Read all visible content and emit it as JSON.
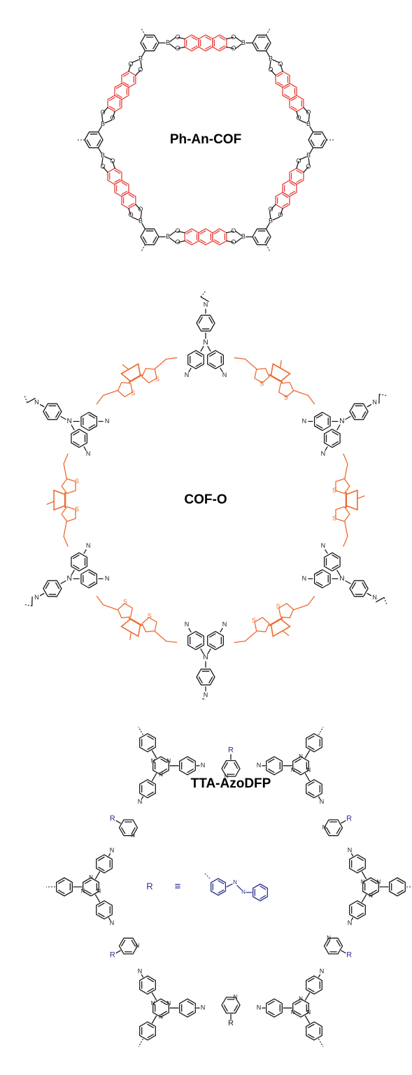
{
  "colors": {
    "black": "#1a1a1a",
    "red": "#e8403a",
    "orange": "#ee6a2f",
    "blue": "#2e3192"
  },
  "panels": [
    {
      "title": "Ph-An-COF"
    },
    {
      "title": "COF-O"
    },
    {
      "title": "TTA-AzoDFP",
      "legend": {
        "symbol": "R",
        "equiv": "≡"
      }
    }
  ],
  "atoms": {
    "boron": "B",
    "oxygen": "O",
    "nitrogen": "N",
    "sulfur": "S",
    "substituent": "R"
  }
}
